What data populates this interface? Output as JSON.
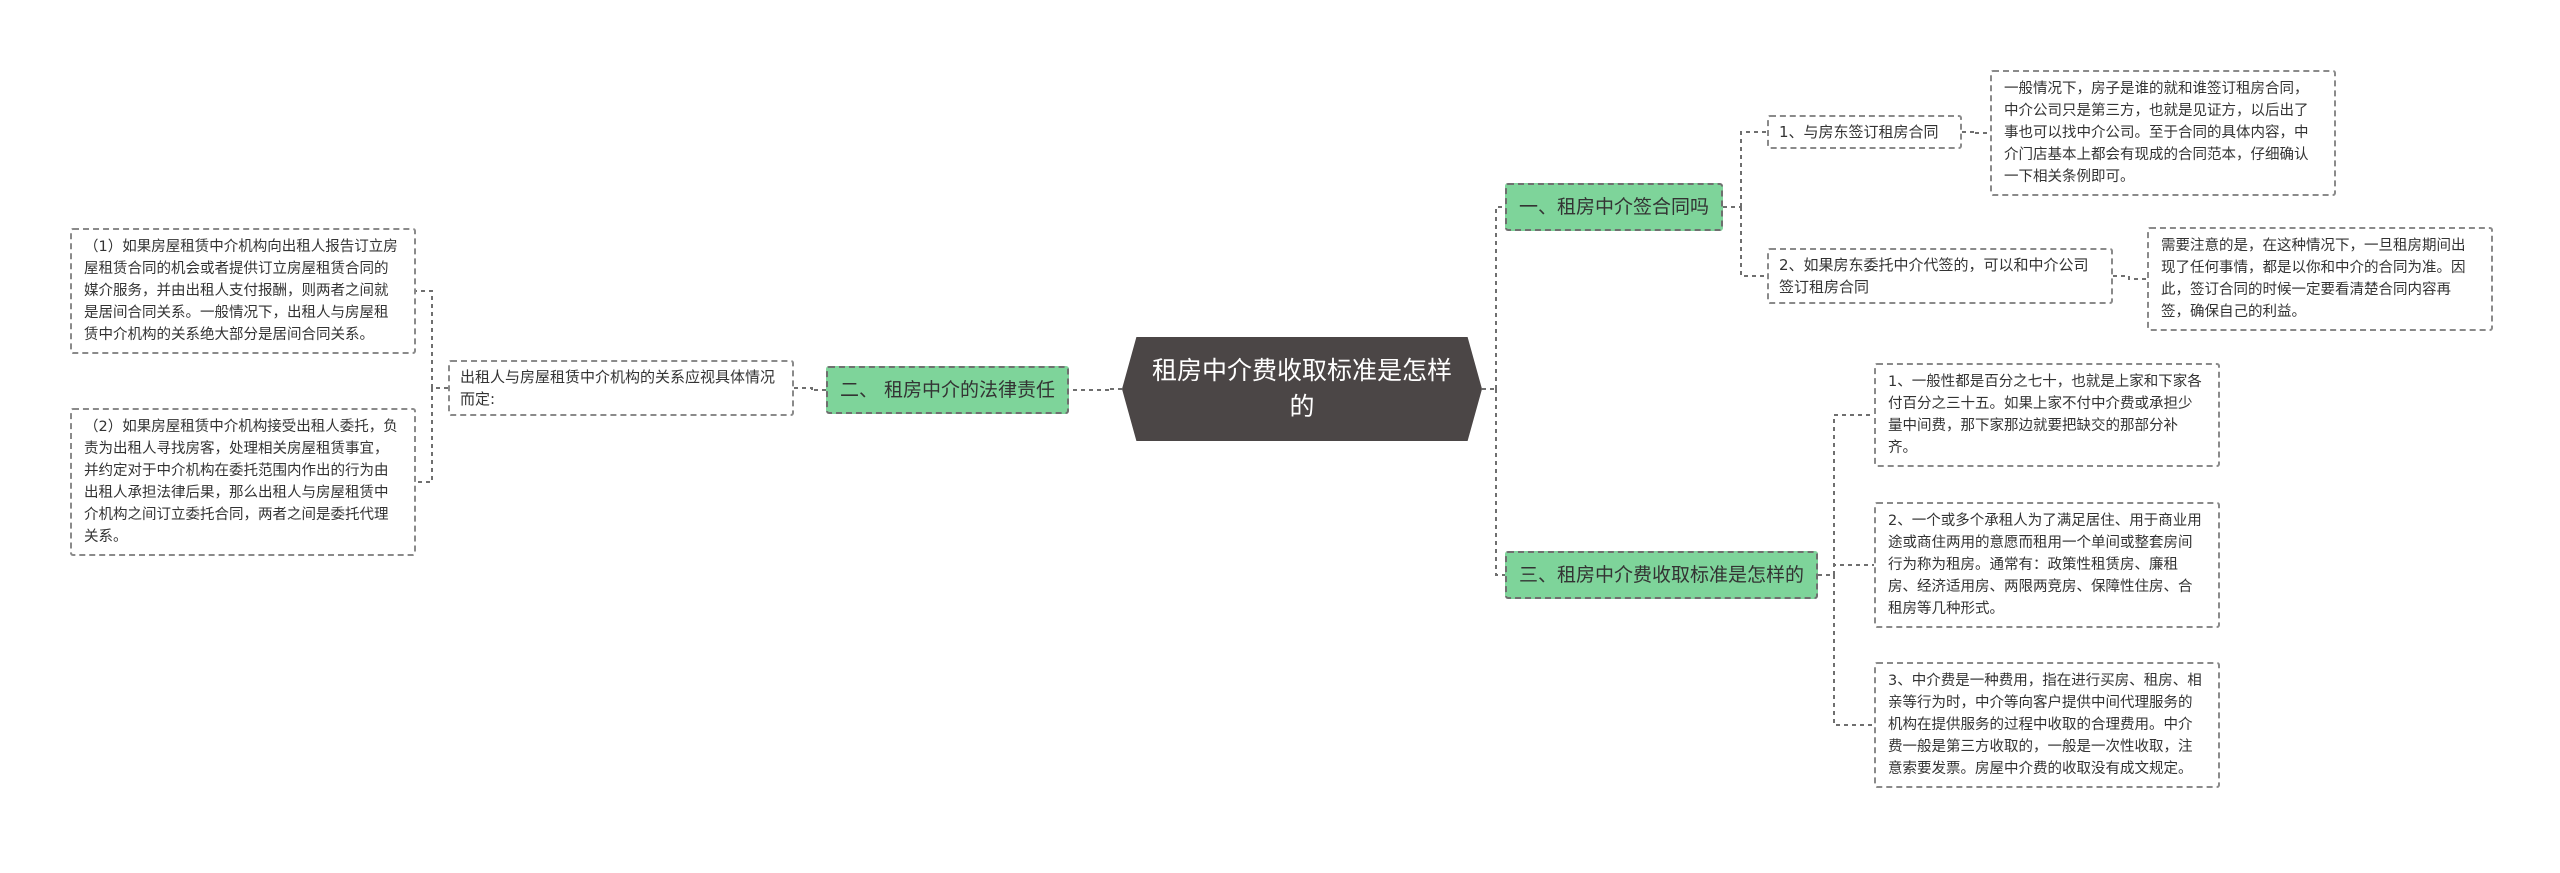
{
  "mindmap": {
    "root": {
      "label": "租房中介费收取标准是怎样的"
    },
    "right": [
      {
        "label": "一、租房中介签合同吗",
        "children": [
          {
            "label": "1、与房东签订租房合同",
            "detail": "一般情况下，房子是谁的就和谁签订租房合同，中介公司只是第三方，也就是见证方，以后出了事也可以找中介公司。至于合同的具体内容，中介门店基本上都会有现成的合同范本，仔细确认一下相关条例即可。"
          },
          {
            "label": "2、如果房东委托中介代签的，可以和中介公司签订租房合同",
            "detail": "需要注意的是，在这种情况下，一旦租房期间出现了任何事情，都是以你和中介的合同为准。因此，签订合同的时候一定要看清楚合同内容再签，确保自己的利益。"
          }
        ]
      },
      {
        "label": "三、租房中介费收取标准是怎样的",
        "children": [
          {
            "label": "1、一般性都是百分之七十，也就是上家和下家各付百分之三十五。如果上家不付中介费或承担少量中间费，那下家那边就要把缺交的那部分补齐。"
          },
          {
            "label": "2、一个或多个承租人为了满足居住、用于商业用途或商住两用的意愿而租用一个单间或整套房间行为称为租房。通常有：政策性租赁房、廉租房、经济适用房、两限两竞房、保障性住房、合租房等几种形式。"
          },
          {
            "label": "3、中介费是一种费用，指在进行买房、租房、相亲等行为时，中介等向客户提供中间代理服务的机构在提供服务的过程中收取的合理费用。中介费一般是第三方收取的，一般是一次性收取，注意索要发票。房屋中介费的收取没有成文规定。"
          }
        ]
      }
    ],
    "left": [
      {
        "label": "二、 租房中介的法律责任",
        "children": [
          {
            "label": "出租人与房屋租赁中介机构的关系应视具体情况而定:",
            "details": [
              "（1）如果房屋租赁中介机构向出租人报告订立房屋租赁合同的机会或者提供订立房屋租赁合同的媒介服务，并由出租人支付报酬，则两者之间就是居间合同关系。一般情况下，出租人与房屋租赁中介机构的关系绝大部分是居间合同关系。",
              "（2）如果房屋租赁中介机构接受出租人委托，负责为出租人寻找房客，处理相关房屋租赁事宜，并约定对于中介机构在委托范围内作出的行为由出租人承担法律后果，那么出租人与房屋租赁中介机构之间订立委托合同，两者之间是委托代理关系。"
            ]
          }
        ]
      }
    ]
  },
  "colors": {
    "root": "#4b4646",
    "branch": "#7ed49a",
    "line": "#6f6f6f",
    "border": "#8a8a8a"
  }
}
